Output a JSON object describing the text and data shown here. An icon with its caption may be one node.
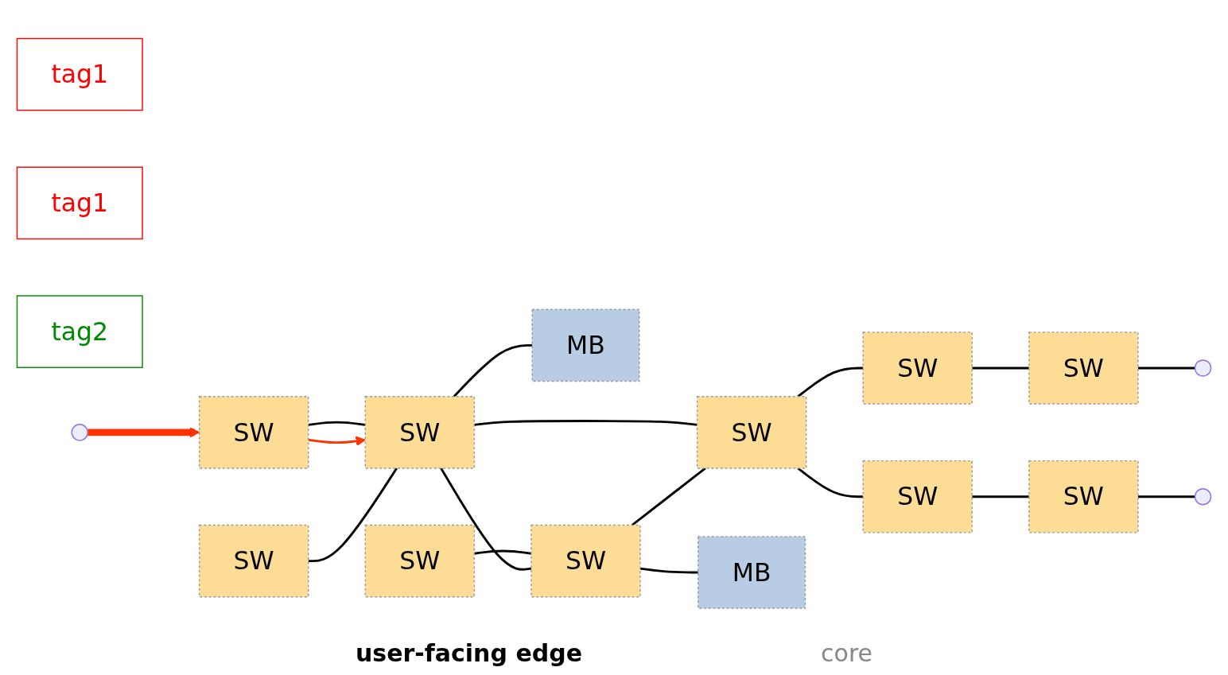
{
  "diagram": {
    "nodes": [
      {
        "text": [
          "SW"
        ]
      },
      {
        "text": [
          "SW"
        ]
      },
      {
        "text": [
          "SW"
        ]
      },
      {
        "text": [
          "MB"
        ]
      },
      {
        "text": [
          "SW"
        ]
      },
      {
        "text": [
          "tag1"
        ]
      },
      {
        "text": [
          "SW"
        ]
      },
      {
        "text": [
          "SW"
        ]
      },
      {
        "text": [
          "MB"
        ]
      },
      {
        "text": [
          "tag1"
        ]
      },
      {
        "text": [
          "SW"
        ]
      },
      {
        "text": [
          "SW"
        ]
      },
      {
        "text": [
          "tag2"
        ]
      },
      {
        "text": [
          "SW"
        ]
      },
      {
        "text": [
          "SW"
        ]
      }
    ],
    "edges": [
      {
        "from": null,
        "to": 1,
        "arrow": "to",
        "style": "thick",
        "color": "#ff3300"
      },
      {
        "from": 1,
        "to": 4,
        "arrow": "none"
      },
      {
        "from": 1,
        "to": 4,
        "arrow": "to",
        "color": "#ff3300"
      },
      {
        "from": 0,
        "to": 4,
        "arrow": "none"
      },
      {
        "from": 2,
        "to": 7,
        "arrow": "none"
      },
      {
        "from": 4,
        "to": 3,
        "arrow": "none"
      },
      {
        "from": 4,
        "to": 7,
        "arrow": "none"
      },
      {
        "from": 4,
        "to": 6,
        "arrow": "none"
      },
      {
        "from": 7,
        "to": 6,
        "arrow": "none"
      },
      {
        "from": 7,
        "to": 8,
        "arrow": "none"
      },
      {
        "from": 6,
        "to": 10,
        "arrow": "none"
      },
      {
        "from": 6,
        "to": 11,
        "arrow": "none"
      },
      {
        "from": 10,
        "to": 13,
        "arrow": "none"
      },
      {
        "from": 11,
        "to": 14,
        "arrow": "none"
      },
      {
        "from": 13,
        "to": null,
        "arrow": "none"
      },
      {
        "from": 14,
        "to": null,
        "arrow": "none"
      }
    ],
    "labels": [
      "user-facing edge",
      "core"
    ]
  }
}
